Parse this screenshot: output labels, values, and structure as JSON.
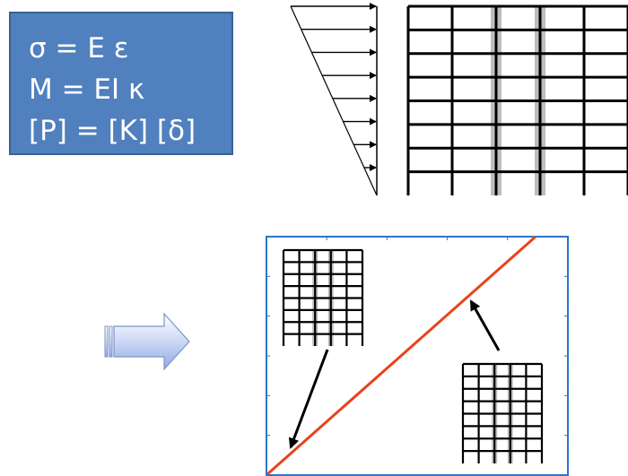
{
  "equations": {
    "stress_strain": "σ = E ε",
    "moment_curvature": "M = EI κ",
    "stiffness": "[P] = [K] [δ]"
  },
  "colors": {
    "box_fill": "#5080bd",
    "box_border": "#3a6095",
    "plot_frame": "#2e75c7",
    "response_line": "#e8431c",
    "column_highlight": "#bdbdbd",
    "arrow_fill_light": "#ffffff",
    "arrow_fill_dark": "#8fa8e6"
  },
  "load_profile": {
    "arrow_count": 8,
    "shape": "triangular"
  },
  "building_frame": {
    "columns": 5,
    "floors": 8,
    "highlighted_columns": [
      2,
      3
    ]
  },
  "plot": {
    "response_shape": "linear",
    "insets": [
      {
        "label": "frame-low",
        "points_to": "line-start"
      },
      {
        "label": "frame-high",
        "points_to": "line-upper"
      }
    ]
  },
  "arrow_icon": "block-arrow-right-icon"
}
